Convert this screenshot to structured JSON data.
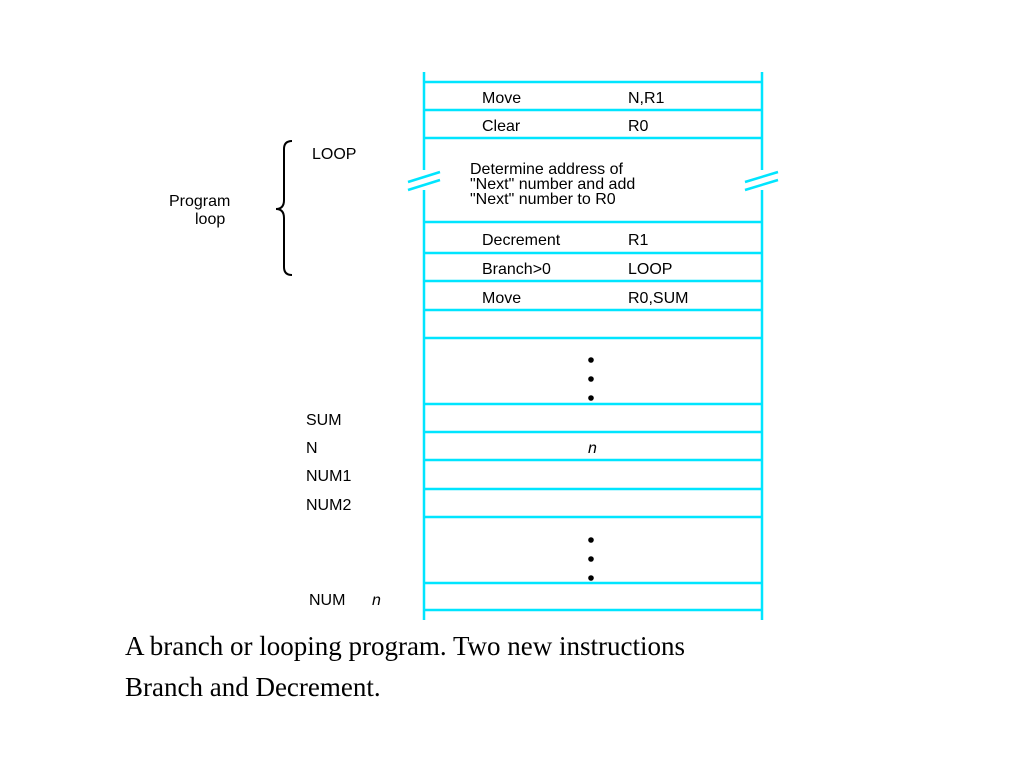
{
  "colors": {
    "memory_lines": "#00e5ff",
    "text": "#000000",
    "background": "#ffffff"
  },
  "memory": {
    "instr_move1": {
      "op": "Move",
      "arg": "N,R1"
    },
    "instr_clear": {
      "op": "Clear",
      "arg": "R0"
    },
    "instr_determine": {
      "line1": "Determine address of",
      "line2": "\"Next\" number and add",
      "line3": "\"Next\" number to R0"
    },
    "instr_decrement": {
      "op": "Decrement",
      "arg": "R1"
    },
    "instr_branch": {
      "op": "Branch>0",
      "arg": "LOOP"
    },
    "instr_move2": {
      "op": "Move",
      "arg": "R0,SUM"
    },
    "n_value": "n"
  },
  "labels": {
    "loop": "LOOP",
    "program_loop_line1": "Program",
    "program_loop_line2": "loop",
    "sum": "SUM",
    "n": "N",
    "num1": "NUM1",
    "num2": "NUM2",
    "numn_prefix": "NUM",
    "numn_suffix": "n"
  },
  "caption": {
    "line1": "A branch or looping program.  Two new instructions",
    "line2": "Branch and Decrement."
  }
}
